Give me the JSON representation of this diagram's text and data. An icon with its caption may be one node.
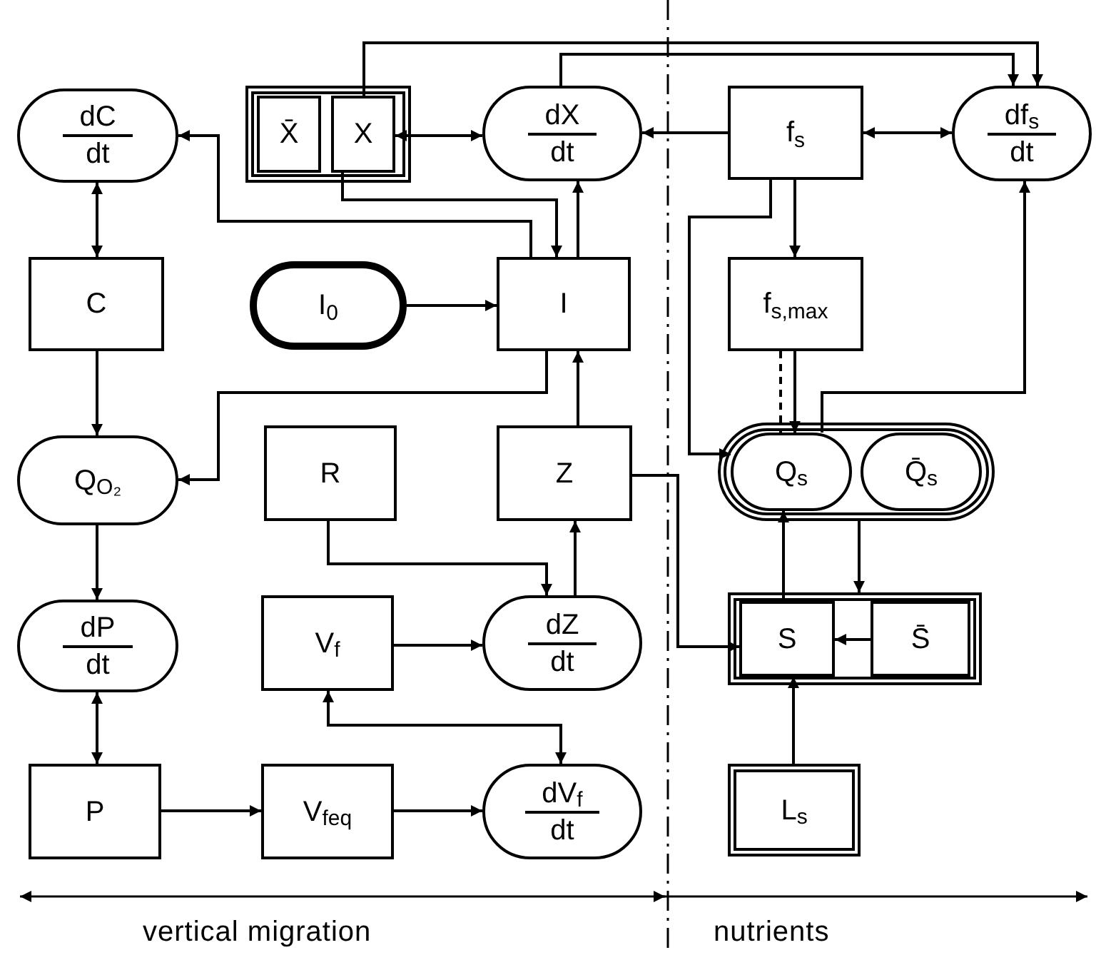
{
  "diagram": {
    "nodes": [
      {
        "text": [
          "dC",
          "dt"
        ]
      },
      {
        "text": [],
        "shape": "box"
      },
      {
        "text": [
          "X̄"
        ],
        "in": 1
      },
      {
        "text": [
          "X"
        ],
        "in": 1
      },
      {
        "text": [
          "dX",
          "dt"
        ]
      },
      {
        "text": [
          "f$_{s}$"
        ]
      },
      {
        "text": [
          "df$_{s}$",
          "dt"
        ]
      },
      {
        "text": [
          "C"
        ]
      },
      {
        "text": [
          "I$_{0}$"
        ]
      },
      {
        "text": [
          "I"
        ]
      },
      {
        "text": [
          "f$_{s,max}$"
        ]
      },
      {
        "text": [
          "Q$_{O₂}$"
        ]
      },
      {
        "text": [
          "R"
        ]
      },
      {
        "text": [
          "Z"
        ]
      },
      {
        "text": [],
        "shape": "capsule"
      },
      {
        "text": [
          "Q$_{s}$"
        ],
        "in": 14
      },
      {
        "text": [
          "Q̄$_{s}$"
        ],
        "in": 14
      },
      {
        "text": [
          "dP",
          "dt"
        ]
      },
      {
        "text": [
          "V$_{f}$"
        ]
      },
      {
        "text": [
          "dZ",
          "dt"
        ]
      },
      {
        "text": [],
        "shape": "box"
      },
      {
        "text": [
          "S"
        ],
        "in": 20
      },
      {
        "text": [
          "S̄"
        ],
        "in": 20
      },
      {
        "text": [
          "P"
        ]
      },
      {
        "text": [
          "V$_{feq}$"
        ]
      },
      {
        "text": [
          "dV$_{f}$",
          "dt"
        ]
      },
      {
        "text": [
          "L$_{s}$"
        ]
      }
    ],
    "edges": [
      {
        "from": 0,
        "to": 7,
        "arrow": "both"
      },
      {
        "from": 7,
        "to": 11,
        "arrow": "to"
      },
      {
        "from": 11,
        "to": 17,
        "arrow": "to"
      },
      {
        "from": 17,
        "to": 23,
        "arrow": "both"
      },
      {
        "from": 23,
        "to": 24,
        "arrow": "to"
      },
      {
        "from": 24,
        "to": 25,
        "arrow": "to"
      },
      {
        "from": 18,
        "to": 25,
        "arrow": "both"
      },
      {
        "from": 18,
        "to": 19,
        "arrow": "to"
      },
      {
        "from": 12,
        "to": 19,
        "arrow": "to"
      },
      {
        "from": 19,
        "to": 13,
        "arrow": "to"
      },
      {
        "from": 13,
        "to": 9,
        "arrow": "to"
      },
      {
        "from": 8,
        "to": 9,
        "arrow": "to"
      },
      {
        "from": 9,
        "to": 11,
        "arrow": "to"
      },
      {
        "from": 9,
        "to": 0,
        "arrow": "to"
      },
      {
        "from": 9,
        "to": 4,
        "arrow": "to"
      },
      {
        "from": 3,
        "to": 9,
        "arrow": "to"
      },
      {
        "from": 3,
        "to": 4,
        "arrow": "both"
      },
      {
        "from": 5,
        "to": 4,
        "arrow": "to"
      },
      {
        "from": 5,
        "to": 6,
        "arrow": "both"
      },
      {
        "from": 5,
        "to": 10,
        "arrow": "to"
      },
      {
        "from": 10,
        "to": 15,
        "arrow": "none",
        "style": "dashed"
      },
      {
        "from": 10,
        "to": 15,
        "arrow": "to"
      },
      {
        "from": 15,
        "to": 6,
        "arrow": "to"
      },
      {
        "from": 5,
        "to": 15,
        "arrow": "to"
      },
      {
        "from": 13,
        "to": 21,
        "arrow": "to"
      },
      {
        "from": 21,
        "to": 15,
        "arrow": "to"
      },
      {
        "from": 14,
        "to": 20,
        "arrow": "to"
      },
      {
        "from": 22,
        "to": 21,
        "arrow": "to"
      },
      {
        "from": 26,
        "to": 21,
        "arrow": "to"
      },
      {
        "from": 3,
        "to": 6,
        "arrow": "to"
      },
      {
        "from": 4,
        "to": 6,
        "arrow": "to"
      }
    ],
    "labels": [
      "vertical migration",
      "nutrients"
    ]
  }
}
